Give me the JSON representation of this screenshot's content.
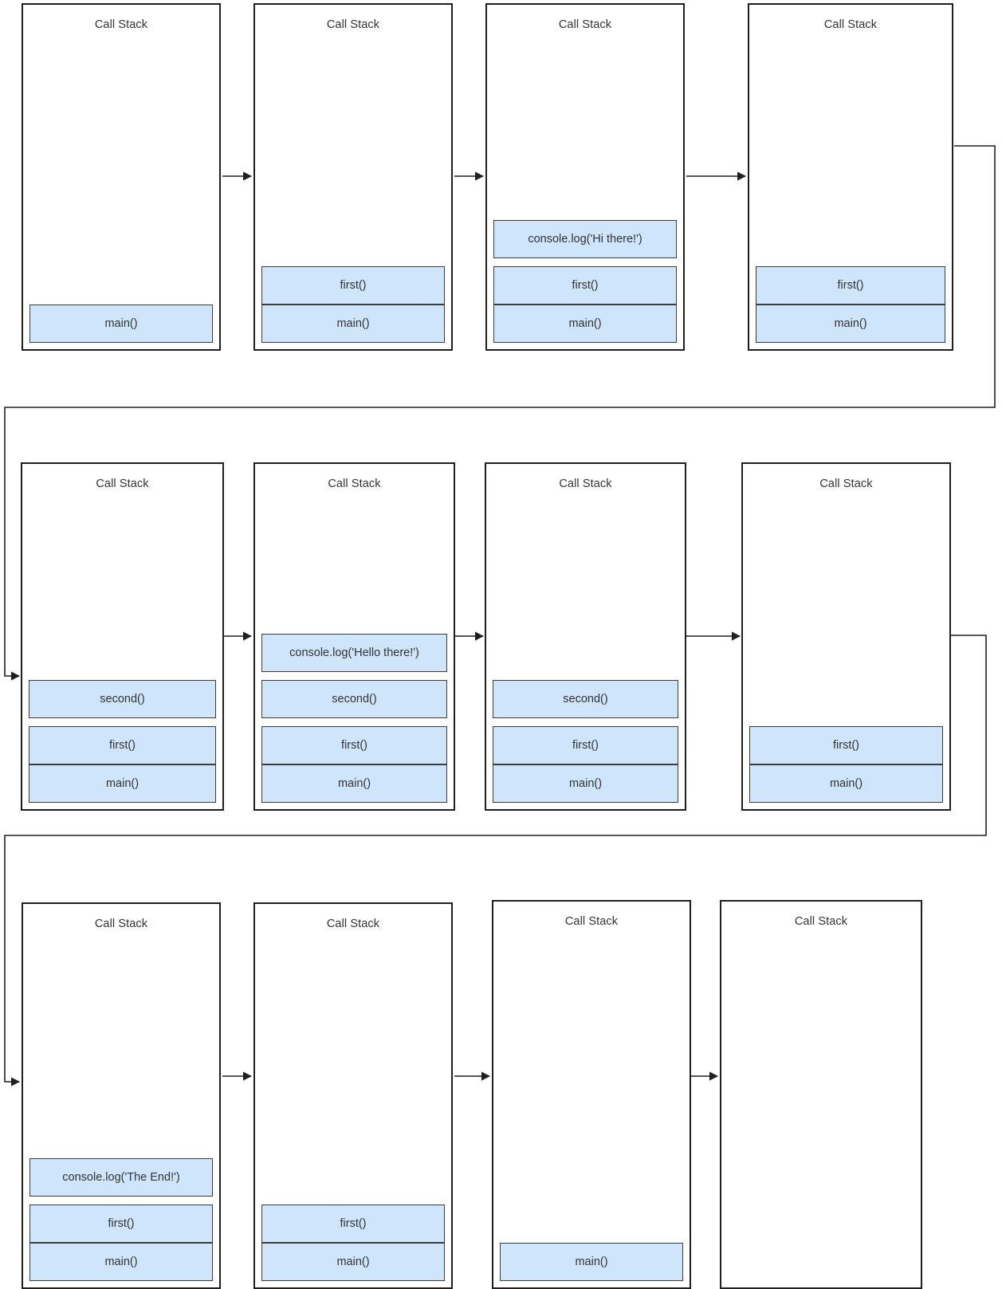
{
  "diagram": {
    "title_text": "Call Stack",
    "colors": {
      "frame_fill": "#cfe5fb",
      "frame_border": "#3b3b3b",
      "panel_border": "#1f1f1f",
      "edge": "#1f1f1f",
      "text": "#333333",
      "background": "#ffffff"
    },
    "labels": {
      "main": "main()",
      "first": "first()",
      "second": "second()",
      "log_hi": "console.log('Hi there!')",
      "log_hello": "console.log('Hello there!')",
      "log_end": "console.log('The End!')"
    },
    "rows": [
      {
        "row_index": 1,
        "panels": [
          {
            "id": "step-1",
            "title": "Call Stack",
            "frames": [
              "main()"
            ]
          },
          {
            "id": "step-2",
            "title": "Call Stack",
            "frames": [
              "main()",
              "first()"
            ]
          },
          {
            "id": "step-3",
            "title": "Call Stack",
            "frames": [
              "main()",
              "first()",
              "console.log('Hi there!')"
            ]
          },
          {
            "id": "step-4",
            "title": "Call Stack",
            "frames": [
              "main()",
              "first()"
            ]
          }
        ]
      },
      {
        "row_index": 2,
        "panels": [
          {
            "id": "step-5",
            "title": "Call Stack",
            "frames": [
              "main()",
              "first()",
              "second()"
            ]
          },
          {
            "id": "step-6",
            "title": "Call Stack",
            "frames": [
              "main()",
              "first()",
              "second()",
              "console.log('Hello there!')"
            ]
          },
          {
            "id": "step-7",
            "title": "Call Stack",
            "frames": [
              "main()",
              "first()",
              "second()"
            ]
          },
          {
            "id": "step-8",
            "title": "Call Stack",
            "frames": [
              "main()",
              "first()"
            ]
          }
        ]
      },
      {
        "row_index": 3,
        "panels": [
          {
            "id": "step-9",
            "title": "Call Stack",
            "frames": [
              "main()",
              "first()",
              "console.log('The End!')"
            ]
          },
          {
            "id": "step-10",
            "title": "Call Stack",
            "frames": [
              "main()",
              "first()"
            ]
          },
          {
            "id": "step-11",
            "title": "Call Stack",
            "frames": [
              "main()"
            ]
          },
          {
            "id": "step-12",
            "title": "Call Stack",
            "frames": []
          }
        ]
      }
    ]
  }
}
